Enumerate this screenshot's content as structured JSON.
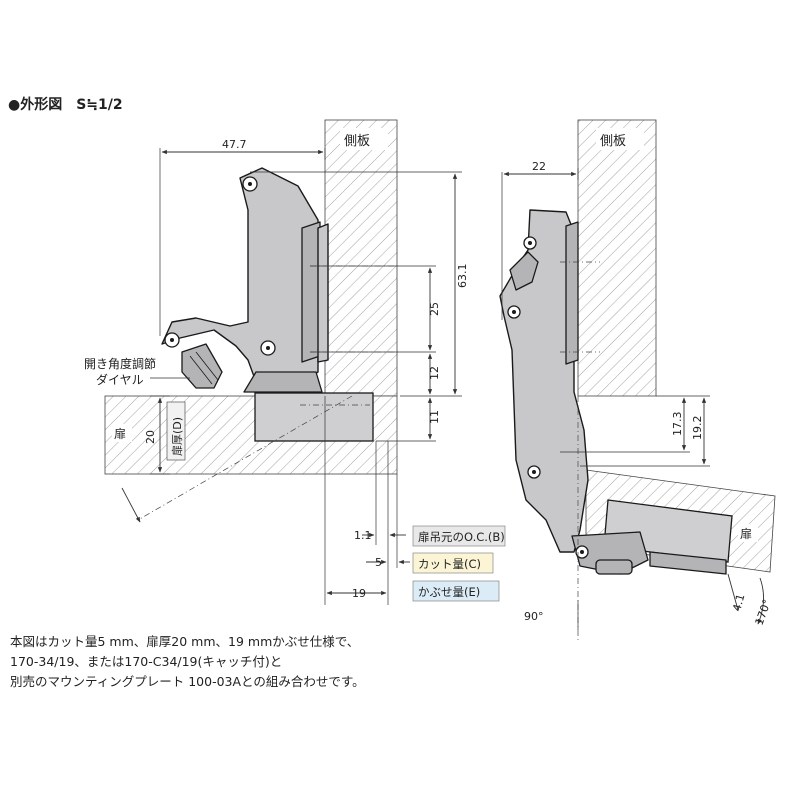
{
  "heading": "●外形図　S≒1/2",
  "labels": {
    "side_panel_left": "側板",
    "side_panel_right": "側板",
    "door_left": "扉",
    "door_right": "扉",
    "door_thickness": "扉厚(D)",
    "dial": [
      "開き角度調節",
      "ダイヤル"
    ]
  },
  "dimensions": {
    "width_47_7": "47.7",
    "height_63_1": "63.1",
    "height_25": "25",
    "height_12": "12",
    "height_11": "11",
    "thickness_20": "20",
    "dim_1_1": "1.1",
    "dim_5": "5",
    "dim_19": "19",
    "dim_22": "22",
    "dim_17_3": "17.3",
    "dim_19_2": "19.2",
    "angle_90": "90°",
    "dim_4_1": "4.1",
    "angle_170": "170°"
  },
  "legend": [
    {
      "text": "扉吊元のO.C.(B)",
      "bg": "#e8e8e8"
    },
    {
      "text": "カット量(C)",
      "bg": "#fbf5d6"
    },
    {
      "text": "かぶせ量(E)",
      "bg": "#dcecf6"
    }
  ],
  "note_lines": [
    "本図はカット量5 mm、扉厚20 mm、19 mmかぶせ仕様で、",
    "170-34/19、または170-C34/19(キャッチ付)と",
    "別売のマウンティングプレート 100-03Aとの組み合わせです。"
  ]
}
